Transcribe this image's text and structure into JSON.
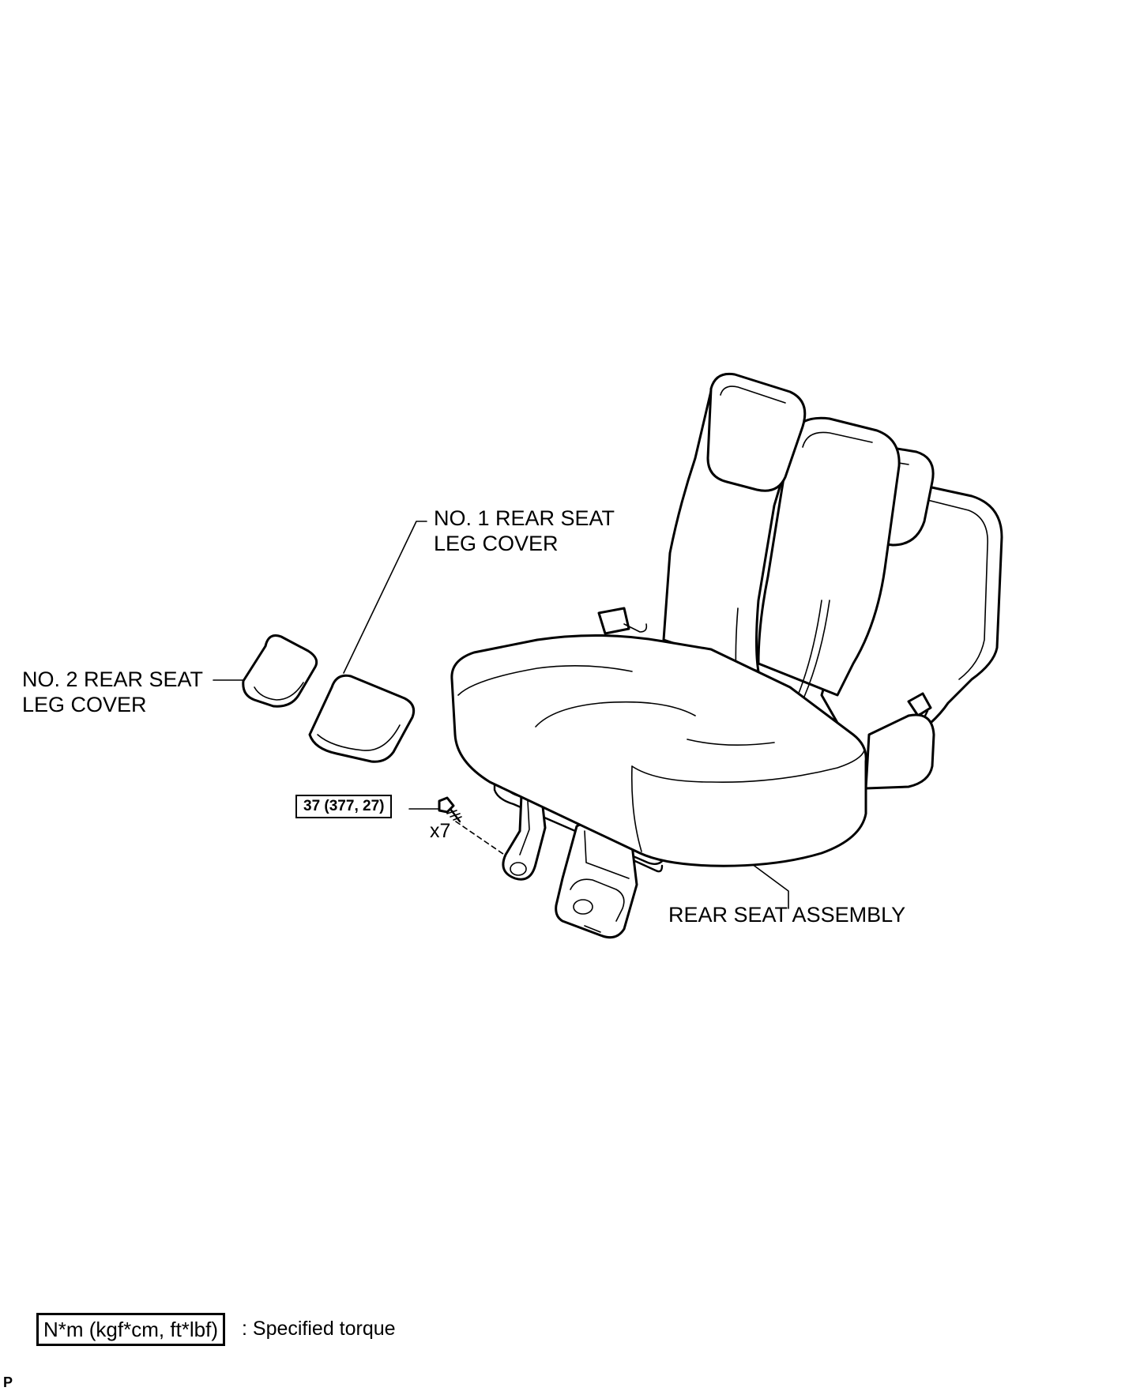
{
  "labels": {
    "no1_cover_line1": "NO. 1 REAR SEAT",
    "no1_cover_line2": "LEG COVER",
    "no2_cover_line1": "NO. 2 REAR SEAT",
    "no2_cover_line2": "LEG COVER",
    "rear_seat_assembly": "REAR SEAT ASSEMBLY"
  },
  "torque": {
    "value": "37 (377, 27)",
    "quantity": "x7"
  },
  "legend": {
    "box_text": "N*m (kgf*cm, ft*lbf)",
    "description": ": Specified torque"
  },
  "corner_mark": "P"
}
